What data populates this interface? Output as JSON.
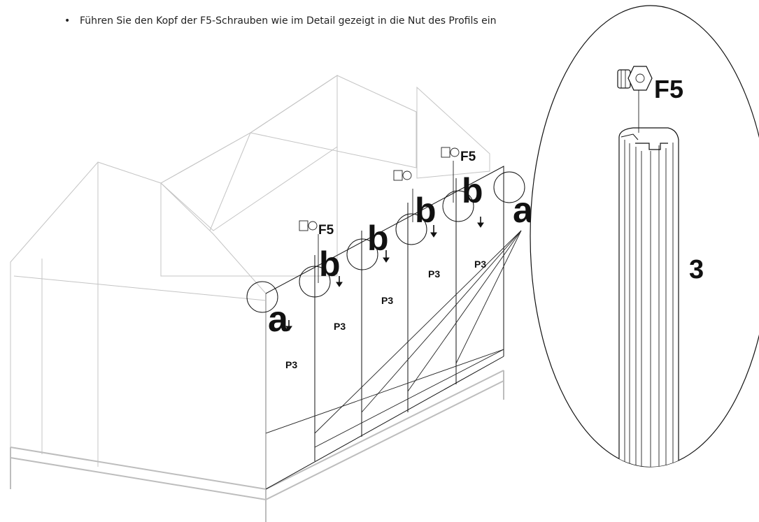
{
  "instruction": {
    "bullet": "•",
    "text": "Führen Sie den Kopf der F5-Schrauben wie im Detail gezeigt in die Nut des Profils ein"
  },
  "labels": {
    "a": "a",
    "b": "b",
    "panel": "P3",
    "screw": "F5",
    "detail_step": "3",
    "warning": "!"
  },
  "colors": {
    "ink": "#111111",
    "ghost_frame": "#c4c4c4"
  }
}
